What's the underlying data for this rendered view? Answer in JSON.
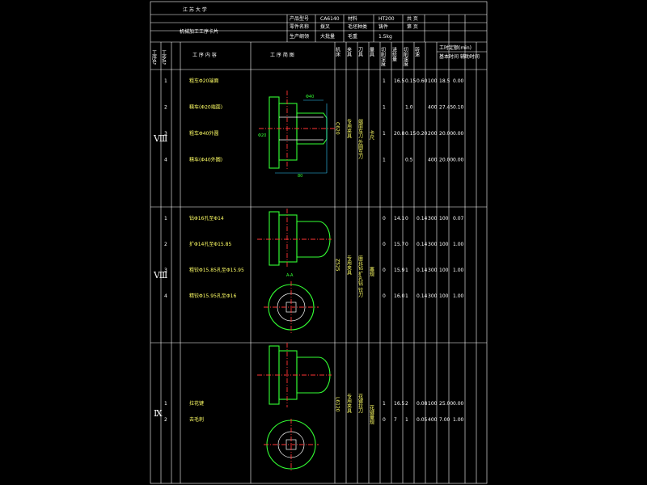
{
  "header": {
    "school": "江 苏 大 学",
    "title": "机械加工工序卡片",
    "product_model_label": "产品型号",
    "product_model": "CA6140",
    "part_name_label": "零件名称",
    "part_name": "拨叉",
    "material_label": "材料",
    "material": "HT200",
    "production_label": "生产纲领",
    "production": "大批量",
    "blank_label": "毛坯种类",
    "blank": "铸件",
    "weight_label": "毛重",
    "weight": "1.5kg",
    "sheet_label": "共 页",
    "page_label": "第 页"
  },
  "columns": {
    "step_no": "工序号",
    "substep_no": "工步号",
    "step_content": "工 序 内 容",
    "step_sketch": "工 序 简 图",
    "machine": "机床",
    "fixture": "夹具",
    "tool": "刀具",
    "measure": "量具",
    "cut_depth": "切削深度",
    "feed": "进给量",
    "speed": "切削速度",
    "rpm": "转速",
    "time_header": "工时定额(min)",
    "time_sub": "基本时间 辅助时间"
  },
  "rows": [
    {
      "op": "Ⅷ",
      "steps": [
        {
          "no": "1",
          "content": "粗车Φ20端面",
          "vals": [
            "1",
            "16.5",
            "0.15",
            "0.60",
            "100",
            "18.5",
            "0.00"
          ]
        },
        {
          "no": "2",
          "content": "精车(Φ20端面)",
          "vals": [
            "1",
            "",
            "1.0",
            "",
            "400",
            "27.45",
            "0.10"
          ]
        },
        {
          "no": "3",
          "content": "粗车Φ40外圆",
          "vals": [
            "1",
            "20.8",
            "0.15",
            "0.20",
            "200",
            "20.00",
            "0.00"
          ]
        },
        {
          "no": "4",
          "content": "精车(Φ40外圆)",
          "vals": [
            "1",
            "",
            "0.5",
            "",
            "400",
            "20.00",
            "0.00"
          ]
        }
      ],
      "machine": "C620",
      "fixture": "专用夹具",
      "tool": "端面车刀 外圆车刀",
      "measure": "卡尺"
    },
    {
      "op": "Ⅷ",
      "steps": [
        {
          "no": "1",
          "content": "钻Φ16孔至Φ14",
          "vals": [
            "0",
            "14.1",
            "0",
            "0.14",
            "300",
            "100",
            "0.07"
          ]
        },
        {
          "no": "2",
          "content": "扩Φ14孔至Φ15.85",
          "vals": [
            "0",
            "15.7",
            "0",
            "0.14",
            "300",
            "100",
            "1.00"
          ]
        },
        {
          "no": "3",
          "content": "粗铰Φ15.85孔至Φ15.95",
          "vals": [
            "0",
            "15.9",
            "1",
            "0.14",
            "300",
            "100",
            "1.00"
          ]
        },
        {
          "no": "4",
          "content": "精铰Φ15.95孔至Φ16",
          "vals": [
            "0",
            "16.0",
            "1",
            "0.14",
            "300",
            "100",
            "1.00"
          ]
        }
      ],
      "machine": "Z525",
      "fixture": "专用夹具",
      "tool": "麻花钻 扩孔钻 铰刀",
      "measure": "塞规"
    },
    {
      "op": "Ⅸ",
      "steps": [
        {
          "no": "1",
          "content": "拉花键",
          "vals": [
            "1",
            "16.5",
            "2",
            "0.08",
            "100",
            "25.00",
            "0.00"
          ]
        },
        {
          "no": "2",
          "content": "去毛刺",
          "vals": [
            "0",
            "7",
            "1",
            "0.05",
            "400",
            "7.00",
            "1.00"
          ]
        }
      ],
      "machine": "L6120",
      "fixture": "专用夹具",
      "tool": "花键拉刀",
      "measure": "花键量规"
    }
  ],
  "sketch_labels": {
    "diam_a": "Φ40",
    "diam_b": "Φ20",
    "len_a": "80",
    "section": "A-A"
  },
  "colors": {
    "outline": "#33ff33",
    "center": "#ff3333",
    "dim": "#33ccff",
    "grid": "#ffffff",
    "text": "#ffff66"
  }
}
